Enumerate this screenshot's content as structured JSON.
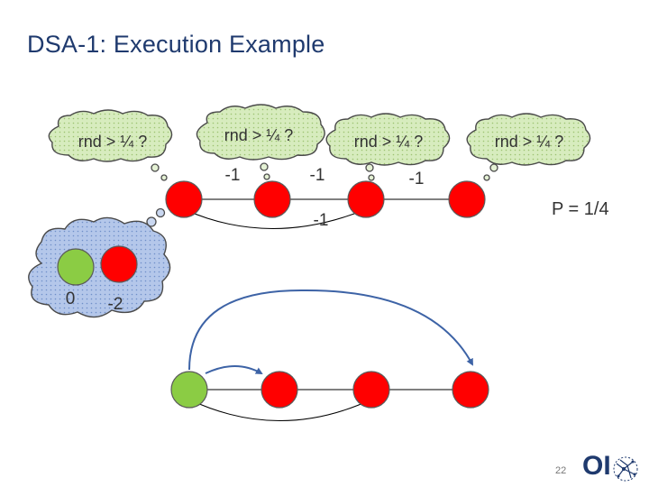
{
  "slide": {
    "title": "DSA-1: Execution Example",
    "page_number": "22",
    "logo_text": "OI"
  },
  "thought_bubbles": [
    "rnd > ¼ ?",
    "rnd > ¼ ?",
    "rnd > ¼ ?",
    "rnd > ¼ ?"
  ],
  "edge_labels": {
    "edge_1_2": "-1",
    "edge_2_3": "-1",
    "edge_3_4": "-1",
    "edge_1_3": "-1"
  },
  "probability_label": "P = 1/4",
  "cloud_labels": [
    "0",
    "-2"
  ],
  "colors": {
    "node_red": "#ff0000",
    "node_green": "#8bcc44",
    "cloud_fill": "#b4c7ea",
    "bubble_fill": "#d7ecbe",
    "arrow": "#3d63a6",
    "title": "#1f3a6e"
  }
}
